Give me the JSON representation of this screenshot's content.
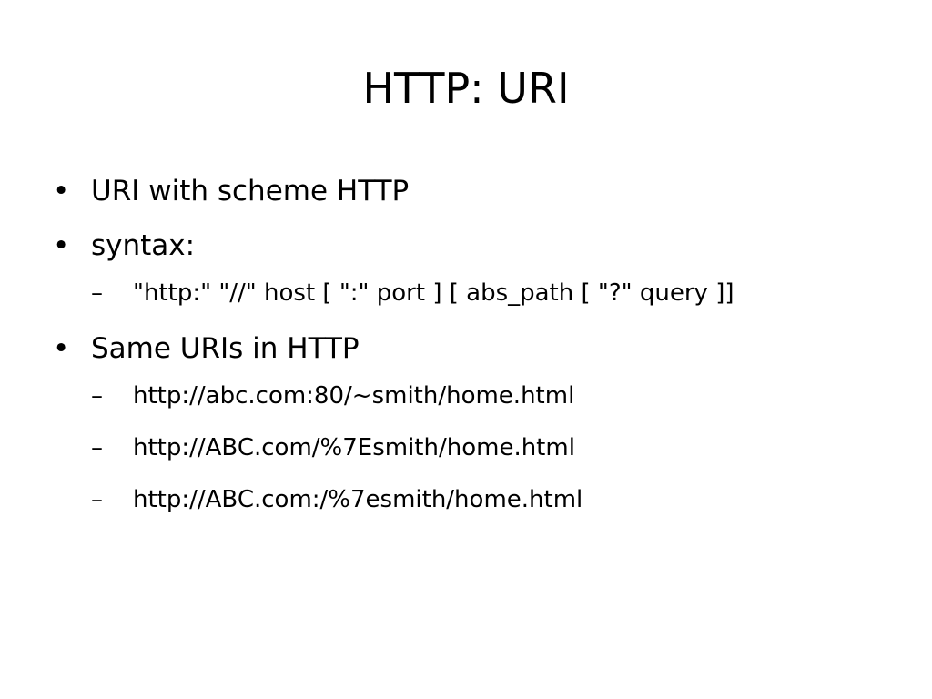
{
  "slide": {
    "title": "HTTP: URI",
    "bullet_glyph": "•",
    "dash_glyph": "–",
    "items": [
      {
        "text": "URI with scheme HTTP",
        "subitems": []
      },
      {
        "text": "syntax:",
        "subitems": [
          "\"http:\" \"//\" host [ \":\" port ] [ abs_path [ \"?\" query ]]"
        ]
      },
      {
        "text": "Same URIs in HTTP",
        "subitems": [
          "http://abc.com:80/~smith/home.html",
          "http://ABC.com/%7Esmith/home.html",
          "http://ABC.com:/%7esmith/home.html"
        ]
      }
    ]
  }
}
